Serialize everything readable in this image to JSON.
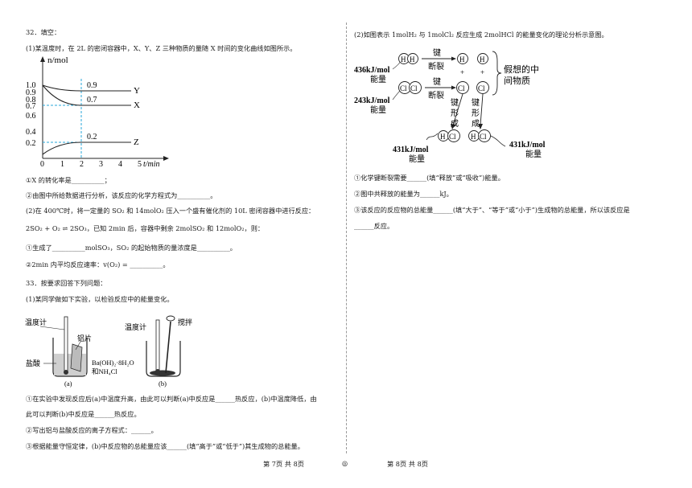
{
  "left": {
    "q32_title": "32．填空：",
    "q32_p1": "(1)某温度时，在 2L 的密闭容器中，X、Y、Z 三种物质的量随 X 时间的变化曲线如图所示。",
    "graph": {
      "y_axis_label": "n/mol",
      "x_axis_label": "t/min",
      "y_ticks": [
        "1.0",
        "0.9",
        "0.8",
        "0.7",
        "0.6",
        "0.4",
        "0.2"
      ],
      "x_ticks": [
        "0",
        "1",
        "2",
        "3",
        "4",
        "5"
      ],
      "curve_y_value": "0.9",
      "curve_x_value": "0.7",
      "curve_z_value": "0.2",
      "curve_y_name": "Y",
      "curve_x_name": "X",
      "curve_z_name": "Z"
    },
    "q32_1a": "①X 的转化率是__________；",
    "q32_1b": "②由图中所给数据进行分析，该反应的化学方程式为__________。",
    "q32_p2": "(2)在 400℃时，将一定量的 SO₂ 和 14molO₂ 压入一个盛有催化剂的 10L 密闭容器中进行反应：",
    "q32_eq": "2SO₂ + O₂ ⇌ 2SO₃，已知 2min 后，容器中剩余 2molSO₂ 和 12molO₂，则：",
    "q32_2a": "①生成了__________molSO₃，SO₂ 的起始物质的量浓度是__________。",
    "q32_2b": "②2min 内平均反应速率：v(O₂) = __________。",
    "q33_title": "33．按要求回答下列问题：",
    "q33_p1": "(1)某同学做如下实验，以检验反应中的能量变化。",
    "exp": {
      "thermometer_a": "温度计",
      "aluminum": "铝片",
      "hcl": "盐酸",
      "label_a": "(a)",
      "thermometer_b": "温度计",
      "stir": "搅拌",
      "reagent_line1": "Ba(OH)₂·8H₂O",
      "reagent_line2": "和NH₄Cl",
      "label_b": "(b)"
    },
    "q33_1a_l1": "①在实验中发现反应后(a)中温度升高，由此可以判断(a)中反应是______热反应，(b)中温度降低，由",
    "q33_1a_l2": "此可以判断(b)中反应是______热反应。",
    "q33_1b": "②写出铝与盐酸反应的离子方程式：______。",
    "q33_1c": "③根据能量守恒定律，(b)中反应物的总能量应该______(填“高于”或“低于”)其生成物的总能量。"
  },
  "right": {
    "q33_p2": "(2)如图表示 1molH₂ 与 1molCl₂ 反应生成 2molHCl 的能量变化的理论分析示意图。",
    "diagram": {
      "energy_h2_line1": "436kJ/mol",
      "energy_h2_line2": "能量",
      "energy_cl2_line1": "243kJ/mol",
      "energy_cl2_line2": "能量",
      "break_1": "键",
      "break_2": "断裂",
      "form_1": "键",
      "form_2": "形",
      "form_3": "成",
      "plus": "+",
      "imag_line1": "假想的中",
      "imag_line2": "间物质",
      "atom_h": "H",
      "atom_cl": "Cl",
      "energy_hcl_left_line1": "431kJ/mol",
      "energy_hcl_left_line2": "能量",
      "energy_hcl_right_line1": "431kJ/mol",
      "energy_hcl_right_line2": "能量"
    },
    "q33_2a": "①化学键断裂需要______(填“释放”或“吸收”)能量。",
    "q33_2b": "②图中共释放的能量为______kJ。",
    "q33_2c_l1": "③该反应的反应物的总能量______(填“大于”、“等于”或“小于”)生成物的总能量，所以该反应是",
    "q33_2c_l2": "______反应。"
  },
  "footer": {
    "page_left": "第 7页  共 8页",
    "center_mark": "◎",
    "page_right": "第 8页  共 8页"
  }
}
